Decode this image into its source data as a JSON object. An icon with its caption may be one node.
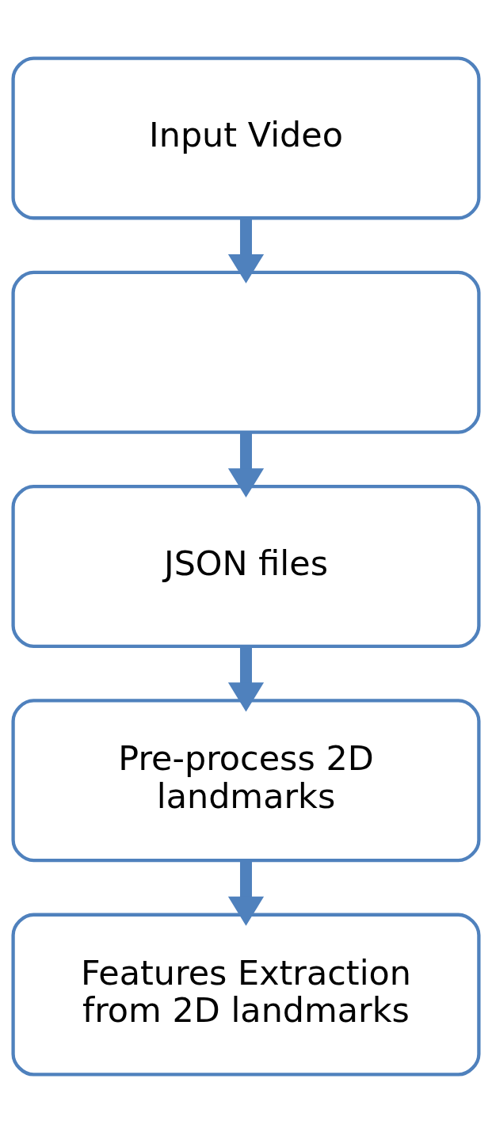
{
  "diagram": {
    "nodes": [
      {
        "text": [
          "Input Video"
        ]
      },
      {
        "text": [],
        "shape": "box"
      },
      {
        "text": [
          "JSON files"
        ]
      },
      {
        "text": [
          "Pre-process 2D landmarks"
        ]
      },
      {
        "text": [
          "Features Extraction from 2D landmarks"
        ]
      }
    ],
    "edges": [
      {
        "from": 0,
        "to": 1,
        "arrow": "to"
      },
      {
        "from": 1,
        "to": 2,
        "arrow": "to"
      },
      {
        "from": 2,
        "to": 3,
        "arrow": "to"
      },
      {
        "from": 3,
        "to": 4,
        "arrow": "to"
      }
    ]
  }
}
